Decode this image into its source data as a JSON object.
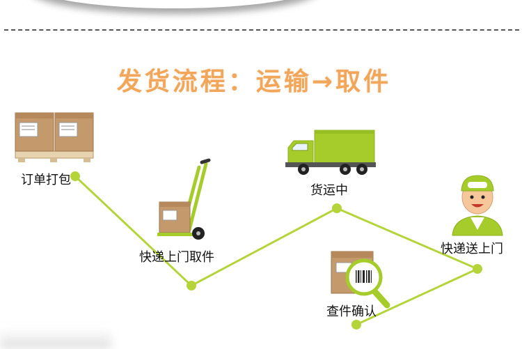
{
  "title": "发货流程：运输→取件",
  "steps": [
    {
      "label": "订单打包",
      "icon": "packed-boxes-icon"
    },
    {
      "label": "快递上门取件",
      "icon": "hand-truck-icon"
    },
    {
      "label": "货运中",
      "icon": "delivery-truck-icon"
    },
    {
      "label": "查件确认",
      "icon": "magnifier-barcode-icon"
    },
    {
      "label": "快递送上门",
      "icon": "courier-icon"
    }
  ],
  "colors": {
    "title": "#f2a65a",
    "path": "#b5d43a",
    "truck": "#a6cc2c",
    "box": "#c49a6c"
  }
}
